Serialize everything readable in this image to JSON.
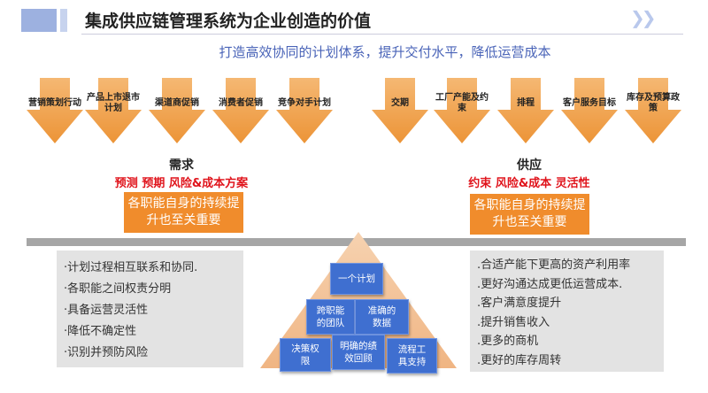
{
  "title": "集成供应链管理系统为企业创造的价值",
  "subtitle": "打造高效协同的计划体系，提升交付水平，降低运营成本",
  "demand_arrows": [
    "营销策划行动",
    "产品上市退市计划",
    "渠道商促销",
    "消费者促销",
    "竞争对手计划"
  ],
  "supply_arrows": [
    "交期",
    "工厂产能及约束",
    "排程",
    "客户服务目标",
    "库存及预算政策"
  ],
  "demand": {
    "heading": "需求",
    "keywords": "预测 预期 风险&成本方案",
    "box": "各职能自身的持续提升也至关重要"
  },
  "supply": {
    "heading": "供应",
    "keywords": "约束 风险&成本 灵活性",
    "box": "各职能自身的持续提升也至关重要"
  },
  "left_list": [
    "·计划过程相互联系和协同.",
    "·各职能之间权责分明",
    "·具备运营灵活性",
    "·降低不确定性",
    "·识别并预防风险"
  ],
  "right_list": [
    ".合适产能下更高的资产利用率",
    ".更好沟通达成更低运营成本.",
    ".客户满意度提升",
    ".提升销售收入",
    ".更多的商机",
    ".更好的库存周转"
  ],
  "pyramid": {
    "top": "一个计划",
    "mid": [
      "跨职能的团队",
      "准确的数据"
    ],
    "bottom": [
      "决策权限",
      "明确的绩效回顾",
      "流程工具支持"
    ]
  },
  "colors": {
    "arrow": "#f0a04a",
    "box": "#f08c2c",
    "blue": "#3f6fd0",
    "red": "#e0141c"
  }
}
